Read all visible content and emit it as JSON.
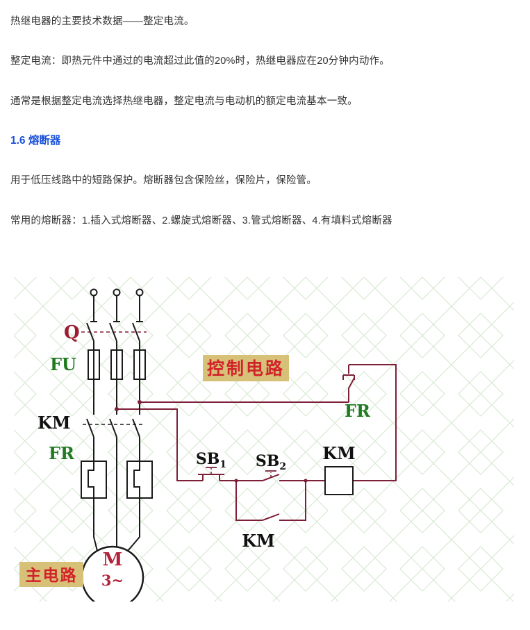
{
  "article": {
    "paragraphs": [
      "热继电器的主要技术数据——整定电流。",
      "整定电流：即热元件中通过的电流超过此值的20%时，热继电器应在20分钟内动作。",
      "通常是根据整定电流选择热继电器，整定电流与电动机的额定电流基本一致。"
    ],
    "section_heading": "1.6 熔断器",
    "paragraphs_after": [
      "用于低压线路中的短路保护。熔断器包含保险丝，保险片，保险管。",
      "常用的熔断器：1.插入式熔断器、2.螺旋式熔断器、3.管式熔断器、4.有填料式熔断器"
    ]
  },
  "diagram": {
    "labels": {
      "isolator_switch": "Q",
      "fuse": "FU",
      "contactor_main_contacts": "KM",
      "thermal_relay_heater": "FR",
      "control_circuit_banner": "控制电路",
      "thermal_relay_contact": "FR",
      "stop_button": "SB",
      "stop_button_sub": "1",
      "start_button": "SB",
      "start_button_sub": "2",
      "contactor_coil": "KM",
      "contactor_aux_contact": "KM",
      "main_circuit_banner": "主电路",
      "motor": "M",
      "motor_phases": "3~"
    },
    "colors": {
      "control_wire": "#7d1f38",
      "main_wire": "#1a1a1a",
      "green_label": "#217a21",
      "red_label": "#9b1b33",
      "banner_background": "#d7c178",
      "banner_text": "#d2232a",
      "heading_blue": "#1c52d9",
      "grid_green": "#bcd9b4"
    }
  }
}
